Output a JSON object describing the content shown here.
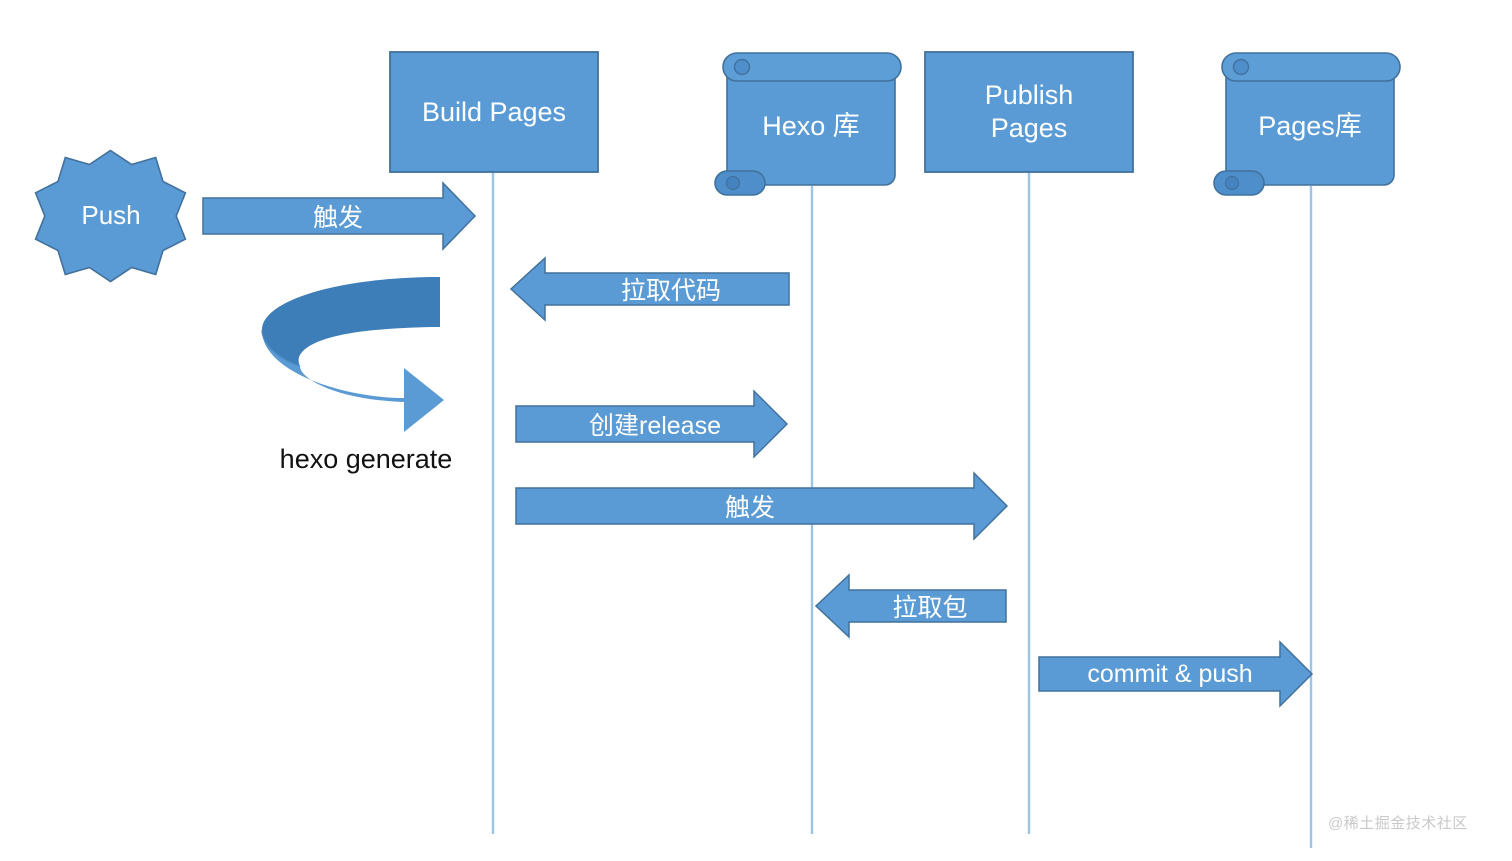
{
  "diagram": {
    "type": "sequence-diagram",
    "title": "Hexo Build & Publish Pages Sequence",
    "background_color": "#ffffff",
    "fill_color": "#5B9BD5",
    "fill_color_dark": "#3D7EB8",
    "stroke_color": "#41719C",
    "lifeline_color": "#9DC3E6",
    "text_color_on_shape": "#ffffff",
    "text_color_plain": "#111111"
  },
  "actors": [
    {
      "id": "push",
      "label": "Push",
      "shape": "star-10",
      "font_size": 26
    },
    {
      "id": "build",
      "label": "Build Pages",
      "shape": "rectangle",
      "font_size": 27
    },
    {
      "id": "hexo",
      "label": "Hexo 库",
      "shape": "scroll",
      "font_size": 27
    },
    {
      "id": "publish",
      "label": "Publish\nPages",
      "shape": "rectangle",
      "font_size": 27
    },
    {
      "id": "pages",
      "label": "Pages库",
      "shape": "scroll",
      "font_size": 27
    }
  ],
  "messages": [
    {
      "id": "m1",
      "label": "触发",
      "direction": "right",
      "from": "push",
      "to": "build",
      "font_size": 25,
      "on_shape": true
    },
    {
      "id": "m2",
      "label": "拉取代码",
      "direction": "left",
      "from": "hexo",
      "to": "build",
      "font_size": 25,
      "on_shape": true
    },
    {
      "id": "m3",
      "label": "hexo generate",
      "direction": "self",
      "from": "build",
      "to": "build",
      "font_size": 27,
      "on_shape": false
    },
    {
      "id": "m4",
      "label": "创建release",
      "direction": "right",
      "from": "build",
      "to": "hexo",
      "font_size": 25,
      "on_shape": true
    },
    {
      "id": "m5",
      "label": "触发",
      "direction": "right",
      "from": "build",
      "to": "publish",
      "font_size": 25,
      "on_shape": true
    },
    {
      "id": "m6",
      "label": "拉取包",
      "direction": "left",
      "from": "publish",
      "to": "hexo",
      "font_size": 25,
      "on_shape": true
    },
    {
      "id": "m7",
      "label": "commit & push",
      "direction": "right",
      "from": "publish",
      "to": "pages",
      "font_size": 25,
      "on_shape": true
    }
  ],
  "watermark": {
    "text": "@稀土掘金技术社区"
  }
}
